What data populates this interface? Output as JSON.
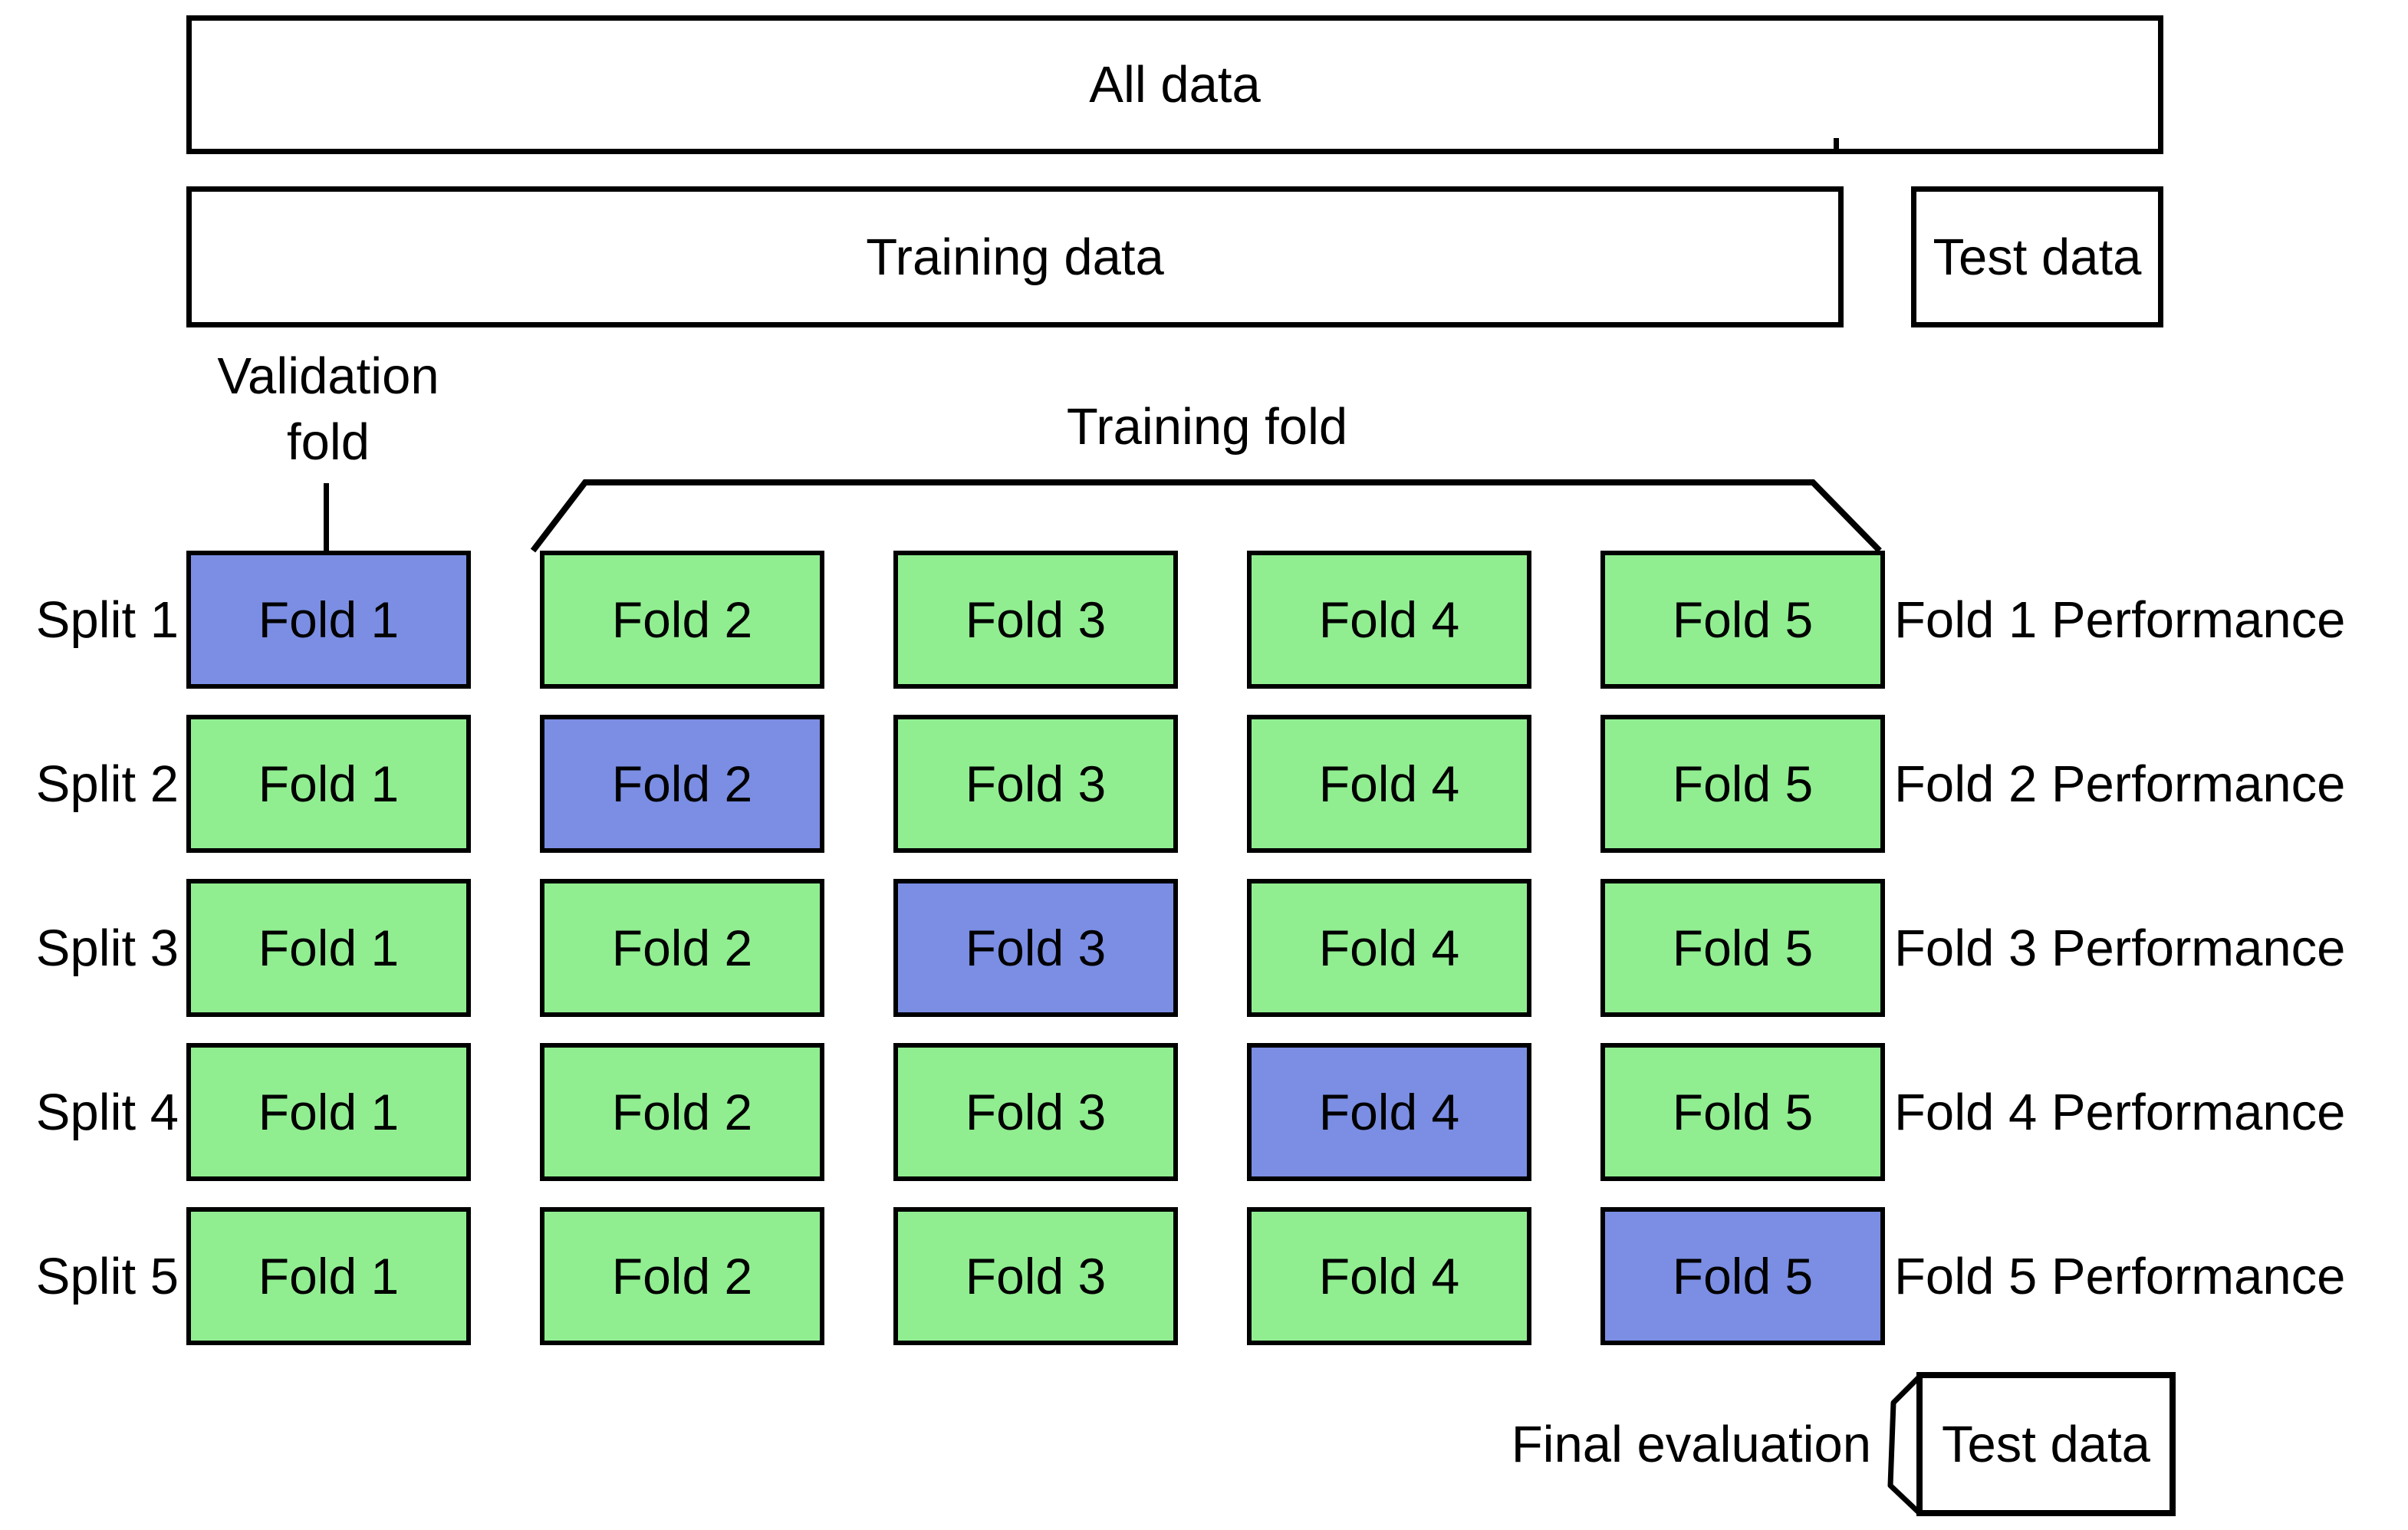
{
  "diagram": {
    "colors": {
      "validation_fill": "#7b8ee4",
      "training_fill": "#90ee90",
      "outline": "#000000",
      "background": "#ffffff"
    },
    "top": {
      "all_data": "All data",
      "training_data": "Training data",
      "test_data": "Test data"
    },
    "labels": {
      "validation_fold_line1": "Validation",
      "validation_fold_line2": "fold",
      "training_fold": "Training fold"
    },
    "grid": {
      "rows": [
        {
          "split": "Split 1",
          "performance": "Fold 1 Performance",
          "cells": [
            {
              "label": "Fold 1",
              "role": "validation"
            },
            {
              "label": "Fold 2",
              "role": "training"
            },
            {
              "label": "Fold 3",
              "role": "training"
            },
            {
              "label": "Fold 4",
              "role": "training"
            },
            {
              "label": "Fold 5",
              "role": "training"
            }
          ]
        },
        {
          "split": "Split 2",
          "performance": "Fold 2 Performance",
          "cells": [
            {
              "label": "Fold 1",
              "role": "training"
            },
            {
              "label": "Fold 2",
              "role": "validation"
            },
            {
              "label": "Fold 3",
              "role": "training"
            },
            {
              "label": "Fold 4",
              "role": "training"
            },
            {
              "label": "Fold 5",
              "role": "training"
            }
          ]
        },
        {
          "split": "Split 3",
          "performance": "Fold 3 Performance",
          "cells": [
            {
              "label": "Fold 1",
              "role": "training"
            },
            {
              "label": "Fold 2",
              "role": "training"
            },
            {
              "label": "Fold 3",
              "role": "validation"
            },
            {
              "label": "Fold 4",
              "role": "training"
            },
            {
              "label": "Fold 5",
              "role": "training"
            }
          ]
        },
        {
          "split": "Split 4",
          "performance": "Fold 4 Performance",
          "cells": [
            {
              "label": "Fold 1",
              "role": "training"
            },
            {
              "label": "Fold 2",
              "role": "training"
            },
            {
              "label": "Fold 3",
              "role": "training"
            },
            {
              "label": "Fold 4",
              "role": "validation"
            },
            {
              "label": "Fold 5",
              "role": "training"
            }
          ]
        },
        {
          "split": "Split 5",
          "performance": "Fold 5 Performance",
          "cells": [
            {
              "label": "Fold 1",
              "role": "training"
            },
            {
              "label": "Fold 2",
              "role": "training"
            },
            {
              "label": "Fold 3",
              "role": "training"
            },
            {
              "label": "Fold 4",
              "role": "training"
            },
            {
              "label": "Fold 5",
              "role": "validation"
            }
          ]
        }
      ]
    },
    "footer": {
      "final_evaluation": "Final evaluation",
      "test_data": "Test data"
    }
  }
}
